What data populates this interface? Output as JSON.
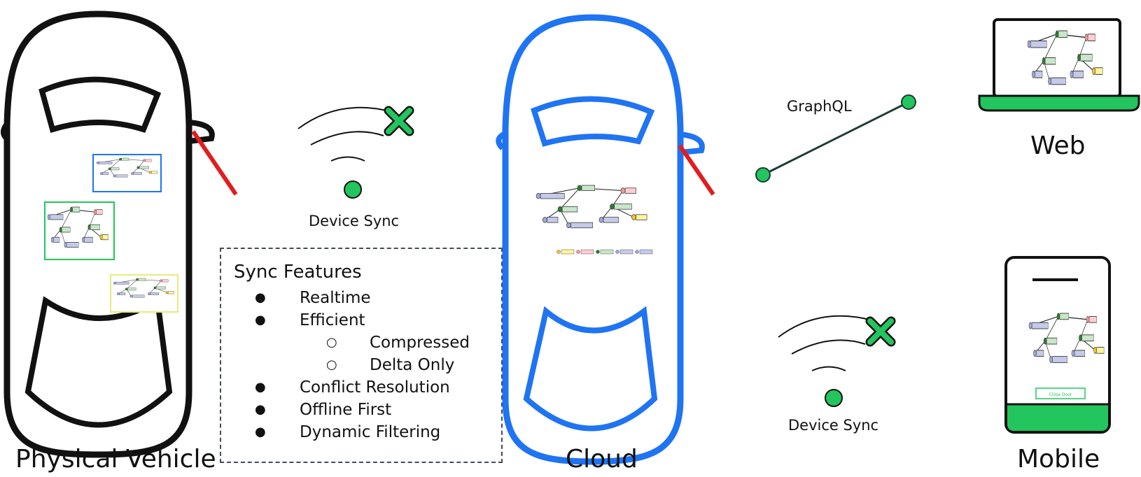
{
  "captions": {
    "physical_vehicle": "Physical Vehicle",
    "cloud": "Cloud",
    "web": "Web",
    "mobile": "Mobile"
  },
  "links": {
    "device_sync_left": "Device Sync",
    "device_sync_right": "Device Sync",
    "graphql": "GraphQL"
  },
  "sync_features": {
    "title": "Sync Features",
    "items": [
      {
        "text": "Realtime",
        "level": 0
      },
      {
        "text": "Efficient",
        "level": 0
      },
      {
        "text": "Compressed",
        "level": 1
      },
      {
        "text": "Delta Only",
        "level": 1
      },
      {
        "text": "Conflict Resolution",
        "level": 0
      },
      {
        "text": "Offline First",
        "level": 0
      },
      {
        "text": "Dynamic Filtering",
        "level": 0
      }
    ],
    "bullets": {
      "level0": "●",
      "level1": "○"
    }
  },
  "mobile_button": "Close Door",
  "colors": {
    "cloud_blue": "#1f74f2",
    "green": "#22c55e",
    "red": "#e11d1d",
    "dark": "#111111",
    "link_dark": "#1d3b36"
  }
}
